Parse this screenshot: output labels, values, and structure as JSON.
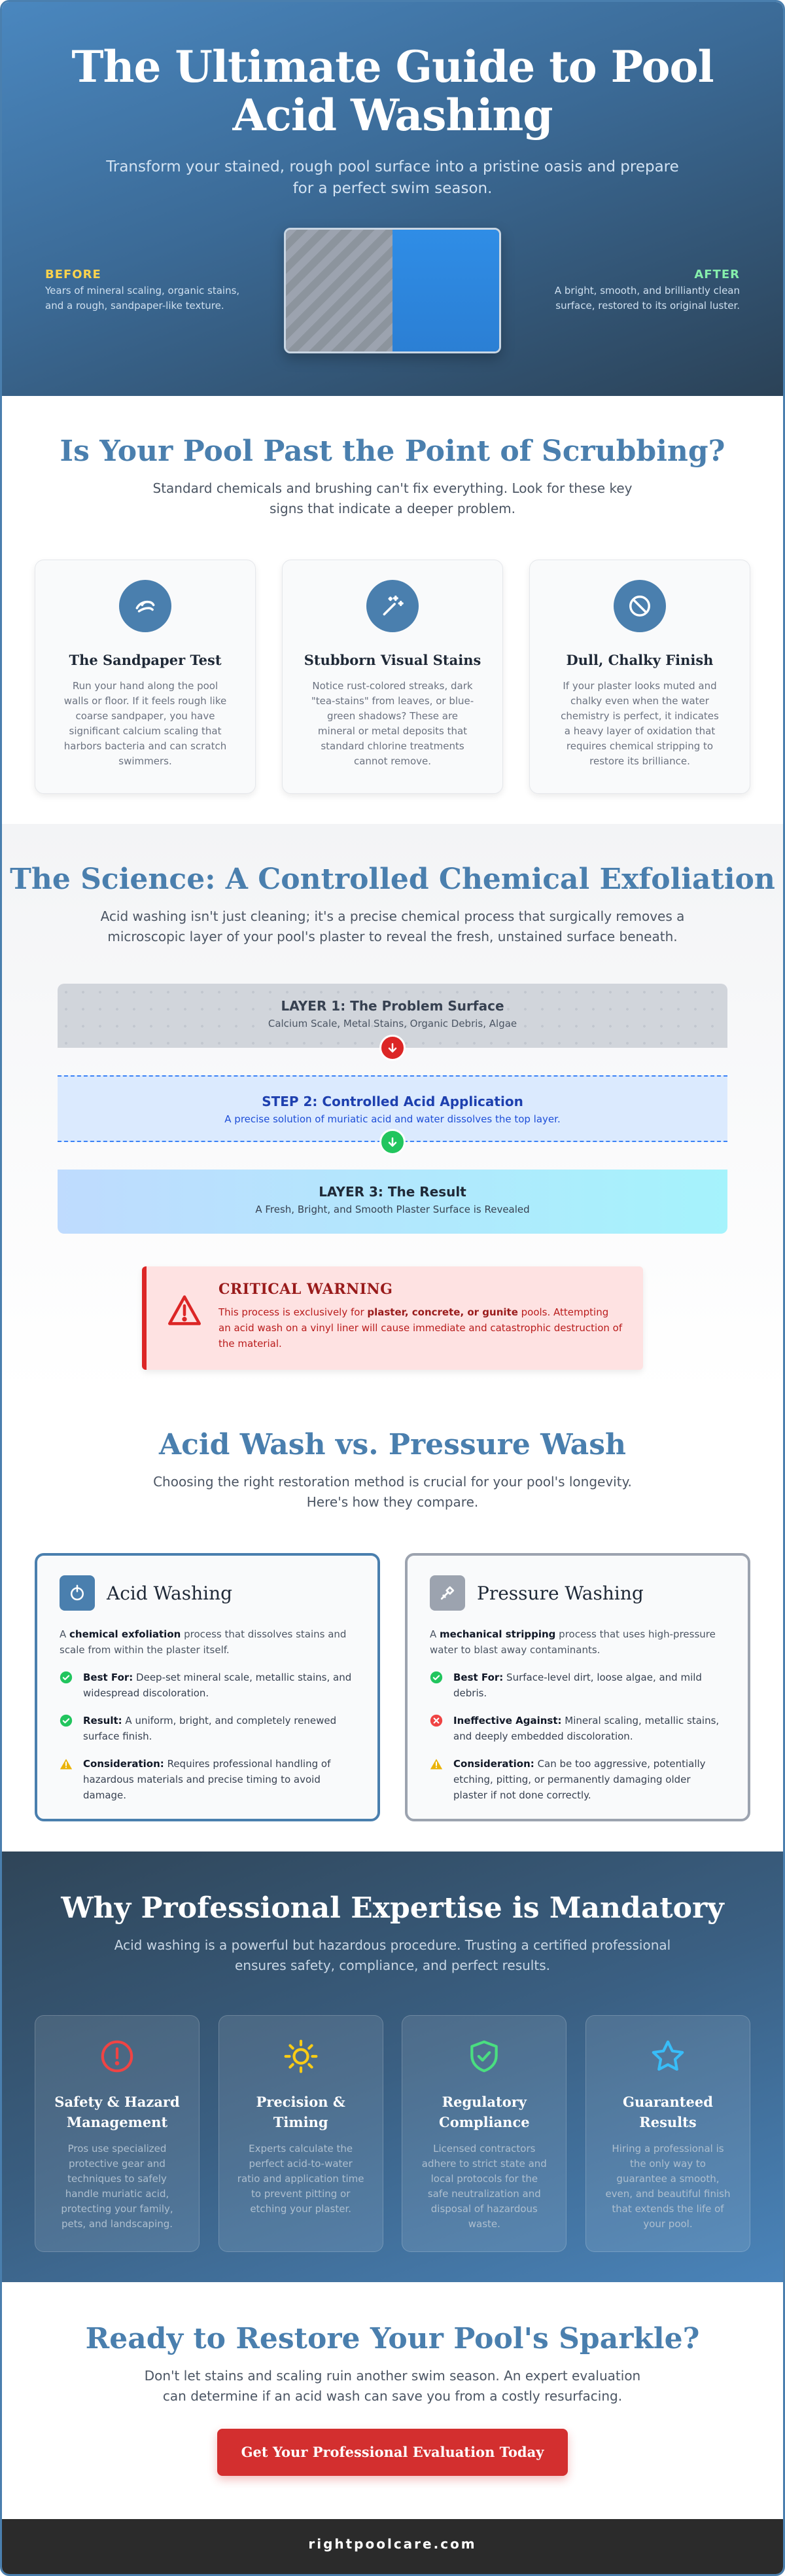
{
  "hero": {
    "title": "The Ultimate Guide to Pool Acid Washing",
    "subtitle": "Transform your stained, rough pool surface into a pristine oasis and prepare for a perfect swim season.",
    "before_label": "BEFORE",
    "before_text": "Years of mineral scaling, organic stains, and a rough, sandpaper-like texture.",
    "after_label": "AFTER",
    "after_text": "A bright, smooth, and brilliantly clean surface, restored to its original luster."
  },
  "signs": {
    "title": "Is Your Pool Past the Point of Scrubbing?",
    "lead": "Standard chemicals and brushing can't fix everything. Look for these key signs that indicate a deeper problem.",
    "cards": [
      {
        "icon": "hand-icon",
        "title": "The Sandpaper Test",
        "text": "Run your hand along the pool walls or floor. If it feels rough like coarse sandpaper, you have significant calcium scaling that harbors bacteria and can scratch swimmers."
      },
      {
        "icon": "sparkle-wand-icon",
        "title": "Stubborn Visual Stains",
        "text": "Notice rust-colored streaks, dark \"tea-stains\" from leaves, or blue-green shadows? These are mineral or metal deposits that standard chlorine treatments cannot remove."
      },
      {
        "icon": "ban-icon",
        "title": "Dull, Chalky Finish",
        "text": "If your plaster looks muted and chalky even when the water chemistry is perfect, it indicates a heavy layer of oxidation that requires chemical stripping to restore its brilliance."
      }
    ]
  },
  "science": {
    "title": "The Science: A Controlled Chemical Exfoliation",
    "lead": "Acid washing isn't just cleaning; it's a precise chemical process that surgically removes a microscopic layer of your pool's plaster to reveal the fresh, unstained surface beneath.",
    "layer1_title": "LAYER 1: The Problem Surface",
    "layer1_sub": "Calcium Scale, Metal Stains, Organic Debris, Algae",
    "layer2_title": "STEP 2: Controlled Acid Application",
    "layer2_sub": "A precise solution of muriatic acid and water dissolves the top layer.",
    "layer3_title": "LAYER 3: The Result",
    "layer3_sub": "A Fresh, Bright, and Smooth Plaster Surface is Revealed",
    "warning_title": "CRITICAL WARNING",
    "warning_text_1": "This process is exclusively for ",
    "warning_bold": "plaster, concrete, or gunite",
    "warning_text_2": " pools. Attempting an acid wash on a vinyl liner will cause immediate and catastrophic destruction of the material."
  },
  "compare": {
    "title": "Acid Wash vs. Pressure Wash",
    "lead": "Choosing the right restoration method is crucial for your pool's longevity. Here's how they compare.",
    "acid": {
      "title": "Acid Washing",
      "desc_pre": "A ",
      "desc_bold": "chemical exfoliation",
      "desc_post": " process that dissolves stains and scale from within the plaster itself.",
      "items": [
        {
          "label": "Best For:",
          "text": " Deep-set mineral scale, metallic stains, and widespread discoloration."
        },
        {
          "label": "Result:",
          "text": " A uniform, bright, and completely renewed surface finish."
        },
        {
          "label": "Consideration:",
          "text": " Requires professional handling of hazardous materials and precise timing to avoid damage."
        }
      ]
    },
    "pressure": {
      "title": "Pressure Washing",
      "desc_pre": "A ",
      "desc_bold": "mechanical stripping",
      "desc_post": " process that uses high-pressure water to blast away contaminants.",
      "items": [
        {
          "label": "Best For:",
          "text": " Surface-level dirt, loose algae, and mild debris."
        },
        {
          "label": "Ineffective Against:",
          "text": " Mineral scaling, metallic stains, and deeply embedded discoloration."
        },
        {
          "label": "Consideration:",
          "text": " Can be too aggressive, potentially etching, pitting, or permanently damaging older plaster if not done correctly."
        }
      ]
    }
  },
  "expertise": {
    "title": "Why Professional Expertise is Mandatory",
    "lead": "Acid washing is a powerful but hazardous procedure. Trusting a certified professional ensures safety, compliance, and perfect results.",
    "cards": [
      {
        "icon": "alert-circle-icon",
        "title": "Safety & Hazard Management",
        "text": "Pros use specialized protective gear and techniques to safely handle muriatic acid, protecting your family, pets, and landscaping."
      },
      {
        "icon": "sun-icon",
        "title": "Precision & Timing",
        "text": "Experts calculate the perfect acid-to-water ratio and application time to prevent pitting or etching your plaster."
      },
      {
        "icon": "shield-check-icon",
        "title": "Regulatory Compliance",
        "text": "Licensed contractors adhere to strict state and local protocols for the safe neutralization and disposal of hazardous waste."
      },
      {
        "icon": "star-icon",
        "title": "Guaranteed Results",
        "text": "Hiring a professional is the only way to guarantee a smooth, even, and beautiful finish that extends the life of your pool."
      }
    ]
  },
  "cta": {
    "title": "Ready to Restore Your Pool's Sparkle?",
    "lead": "Don't let stains and scaling ruin another swim season. An expert evaluation can determine if an acid wash can save you from a costly resurfacing.",
    "button": "Get Your Professional Evaluation Today"
  },
  "footer": {
    "site": "rightpoolcare.com"
  },
  "colors": {
    "brand": "#4a7fae",
    "danger": "#d32f2f",
    "success": "#22c55e",
    "caution": "#eab308"
  }
}
